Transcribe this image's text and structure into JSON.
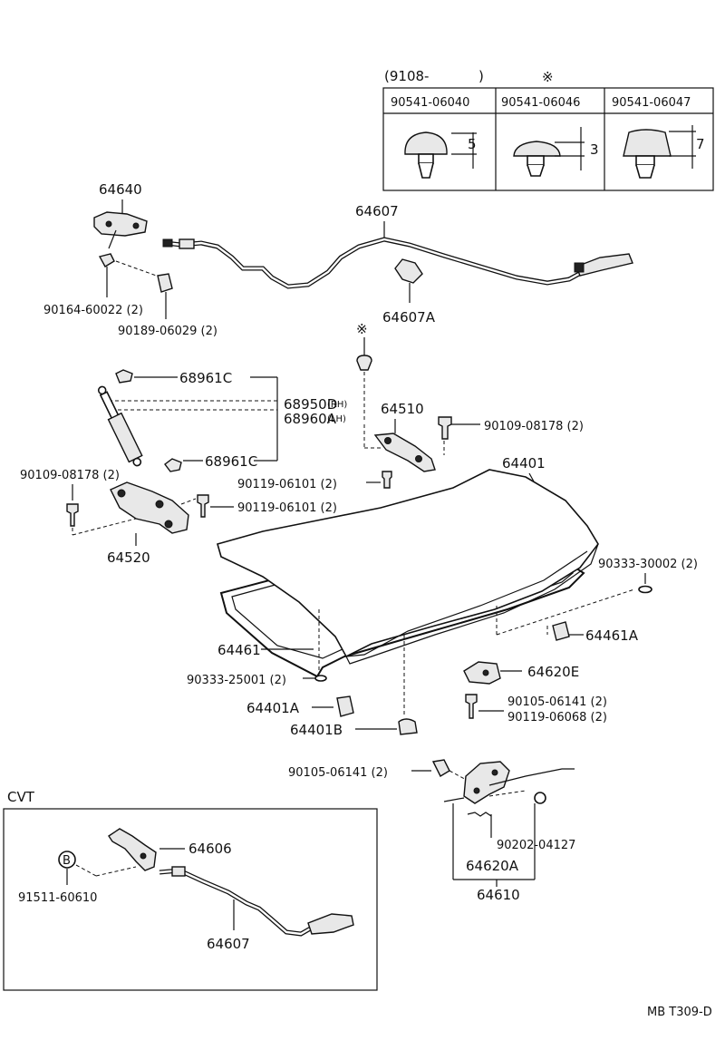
{
  "inset_table": {
    "period_label": "(9108-",
    "period_close": ")",
    "note_mark": "※",
    "columns": [
      {
        "part": "90541-06040",
        "dim": "5"
      },
      {
        "part": "90541-06046",
        "dim": "3"
      },
      {
        "part": "90541-06047",
        "dim": "7"
      }
    ]
  },
  "parts": {
    "p64640": "64640",
    "p64607": "64607",
    "p90164": "90164-60022 (2)",
    "p90189": "90189-06029 (2)",
    "p64607A": "64607A",
    "note_mark2": "※",
    "p68961C_top": "68961C",
    "p68950D": "68950D",
    "rh": "(RH)",
    "p68960A": "68960A",
    "lh": "(LH)",
    "p64510": "64510",
    "p90109_right": "90109-08178 (2)",
    "p68961C_bot": "68961C",
    "p90109_left": "90109-08178 (2)",
    "p64401": "64401",
    "p90119_a": "90119-06101 (2)",
    "p90119_b": "90119-06101 (2)",
    "p64520": "64520",
    "p90333_30002": "90333-30002 (2)",
    "p64461A": "64461A",
    "p64461": "64461",
    "p64620E": "64620E",
    "p90333_25001": "90333-25001 (2)",
    "p64401A": "64401A",
    "p90105_a": "90105-06141 (2)",
    "p90119_06068": "90119-06068 (2)",
    "p64401B": "64401B",
    "p90105_b": "90105-06141 (2)",
    "p90202": "90202-04127",
    "p64620A": "64620A",
    "p64610": "64610"
  },
  "cvt": {
    "title": "CVT",
    "p64606": "64606",
    "circle_b": "B",
    "p91511": "91511-60610",
    "p64607": "64607"
  },
  "footer_code": "MB T309-D"
}
